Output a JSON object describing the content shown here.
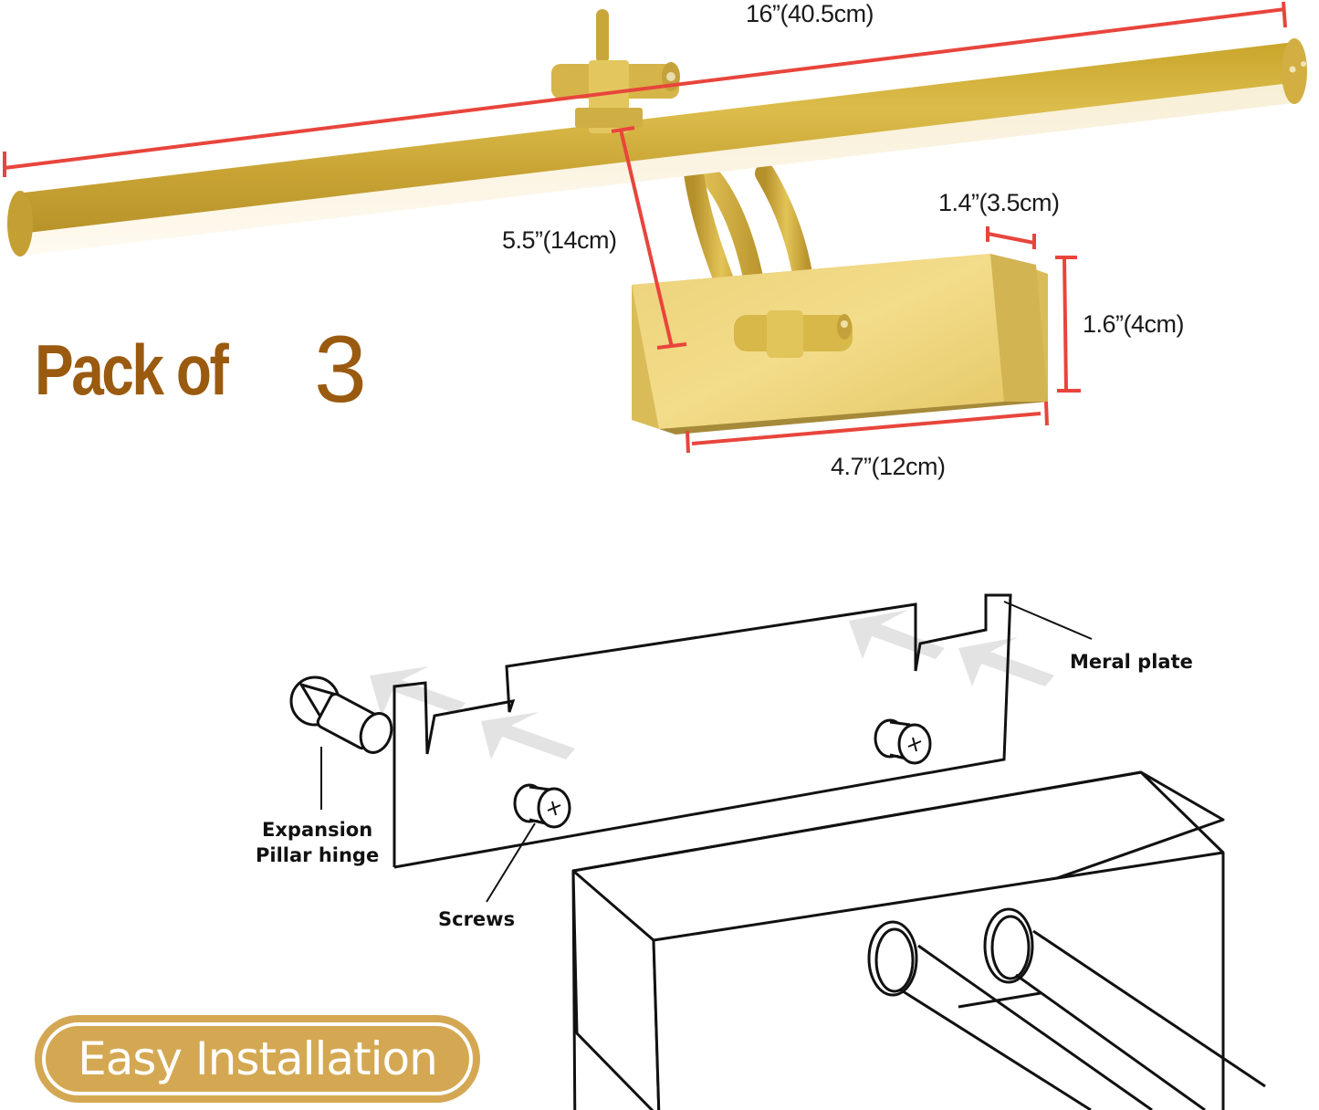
{
  "product": {
    "title_prefix": "Pack of",
    "title_count": "3",
    "title_color": "#9a5a0f",
    "finish_color": "#d8b640"
  },
  "dimensions": {
    "bar_length": "16”(40.5cm)",
    "arm_reach": "5.5”(14cm)",
    "base_depth": "1.4”(3.5cm)",
    "base_height": "1.6”(4cm)",
    "base_width": "4.7”(12cm)",
    "dimension_line_color": "#e8453c"
  },
  "installation": {
    "callouts": {
      "metal_plate": "Meral plate",
      "expansion_line1": "Expansion",
      "expansion_line2": "Pillar hinge",
      "screws": "Screws"
    },
    "badge_label": "Easy Installation",
    "badge_color": "#d4a853"
  }
}
